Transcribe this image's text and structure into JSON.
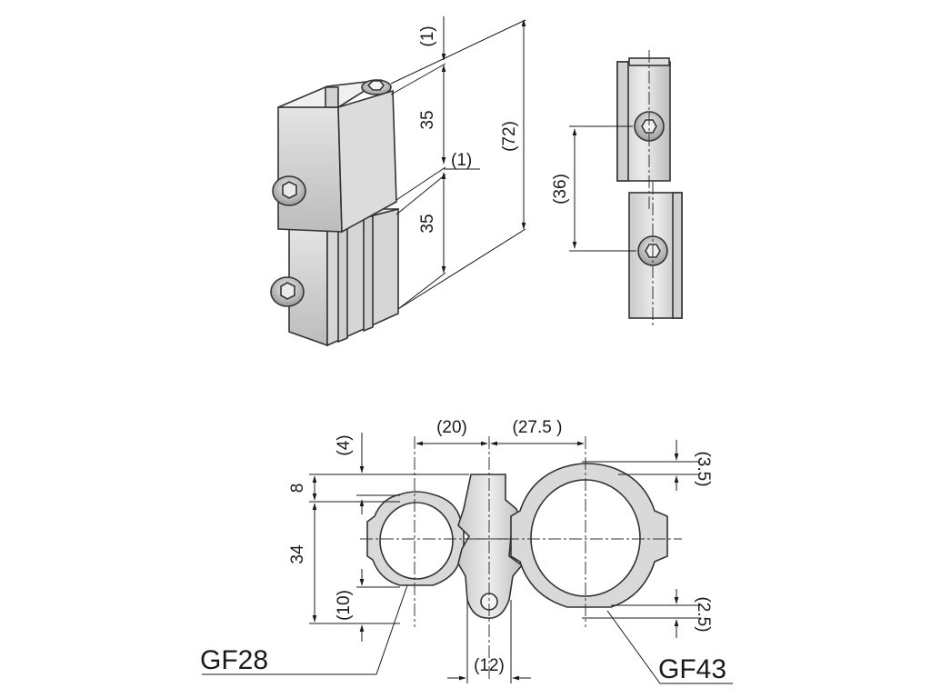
{
  "dimensions": {
    "top_gap": "(1)",
    "upper_height": "35",
    "middle_gap": "(1)",
    "lower_height": "35",
    "overall_height": "(72)",
    "pitch": "(36)",
    "left_offset": "(20)",
    "right_offset": "(27.5 )",
    "lip_height": "(4)",
    "top_height": "8",
    "right_lip": "(3.5)",
    "body_height": "34",
    "lower_offset": "(10)",
    "right_bottom": "(2.5)",
    "clamp_width": "(12)"
  },
  "labels": {
    "pipe_small": "GF28",
    "pipe_large": "GF43"
  }
}
